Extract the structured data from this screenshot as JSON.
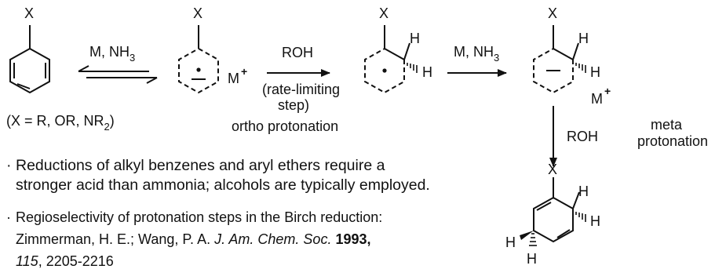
{
  "labels": {
    "X": "X",
    "H": "H",
    "M": "M",
    "plus": "+",
    "M_NH3_prefix": "M, NH",
    "sub3": "3",
    "ROH": "ROH",
    "rate_limiting_1": "(rate-limiting",
    "rate_limiting_2": "step)",
    "x_def_prefix": "(X = R, OR, NR",
    "sub2": "2",
    "x_def_suffix": ")",
    "ortho": "ortho protonation",
    "meta_1": "meta",
    "meta_2": "protonation"
  },
  "notes": {
    "bullet_glyph": "·",
    "note1_line1": "Reductions of alkyl benzenes and aryl ethers require a",
    "note1_line2": "stronger acid than ammonia; alcohols are typically employed.",
    "note2_line1": "Regioselectivity of protonation steps in the Birch reduction:",
    "ref_authors": "Zimmerman, H. E.; Wang, P. A. ",
    "ref_journal": "J. Am. Chem. Soc.",
    "ref_year": " 1993,",
    "ref_volume": "115",
    "ref_pages": ", 2205-2216"
  }
}
